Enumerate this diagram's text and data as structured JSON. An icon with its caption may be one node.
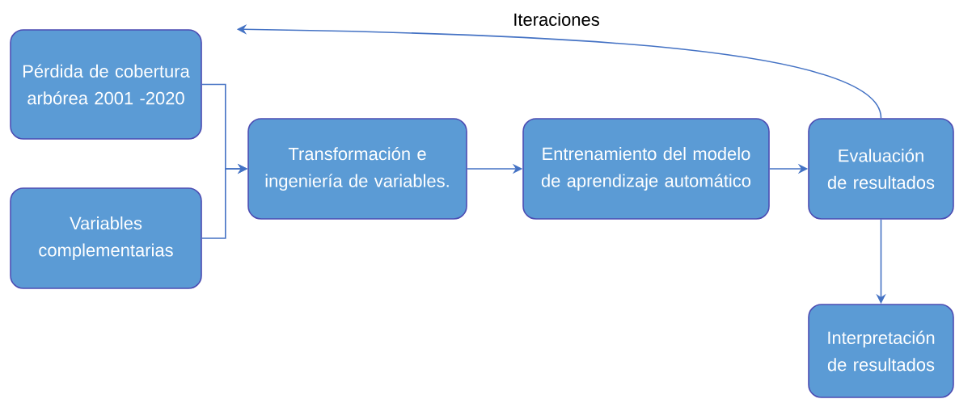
{
  "diagram": {
    "nodes": [
      {
        "text": [
          "Pérdida de cobertura arbórea 2001 -2020"
        ]
      },
      {
        "text": [
          "Variables complementarias"
        ]
      },
      {
        "text": [
          "Transformación e ingeniería de variables."
        ]
      },
      {
        "text": [
          "Entrenamiento del modelo de aprendizaje automático"
        ]
      },
      {
        "text": [
          "Evaluación de resultados"
        ]
      },
      {
        "text": [
          "Interpretación de resultados"
        ]
      }
    ],
    "edges": [
      {
        "from": 0,
        "to": 2,
        "arrow": "to"
      },
      {
        "from": 1,
        "to": 2,
        "arrow": "to"
      },
      {
        "from": 2,
        "to": 3,
        "arrow": "to"
      },
      {
        "from": 3,
        "to": 4,
        "arrow": "to"
      },
      {
        "from": 4,
        "to": 5,
        "arrow": "to"
      },
      {
        "from": 4,
        "to": 0,
        "arrow": "to",
        "label": "Iteraciones"
      }
    ]
  }
}
